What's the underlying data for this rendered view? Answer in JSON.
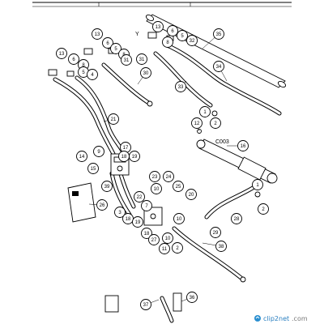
{
  "diagram": {
    "labels": {
      "y_marker": "Y",
      "part_code": "C003"
    },
    "callouts": [
      {
        "id": "c35",
        "text": "35"
      },
      {
        "id": "c13a",
        "text": "13"
      },
      {
        "id": "c6a",
        "text": "6"
      },
      {
        "id": "c5a",
        "text": "5"
      },
      {
        "id": "c8a",
        "text": "8"
      },
      {
        "id": "c31a",
        "text": "31"
      },
      {
        "id": "c13b",
        "text": "13"
      },
      {
        "id": "c6b",
        "text": "6"
      },
      {
        "id": "c5b",
        "text": "5"
      },
      {
        "id": "c8b",
        "text": "8"
      },
      {
        "id": "c32",
        "text": "32"
      },
      {
        "id": "c13c",
        "text": "13"
      },
      {
        "id": "c6c",
        "text": "6"
      },
      {
        "id": "c8c",
        "text": "8"
      },
      {
        "id": "c5c",
        "text": "5"
      },
      {
        "id": "c4",
        "text": "4"
      },
      {
        "id": "c31b",
        "text": "31"
      },
      {
        "id": "c30",
        "text": "30"
      },
      {
        "id": "c34",
        "text": "34"
      },
      {
        "id": "c33",
        "text": "33"
      },
      {
        "id": "c1a",
        "text": "1"
      },
      {
        "id": "c2a",
        "text": "2"
      },
      {
        "id": "c21",
        "text": "21"
      },
      {
        "id": "c12",
        "text": "12"
      },
      {
        "id": "c16",
        "text": "16"
      },
      {
        "id": "c14",
        "text": "14"
      },
      {
        "id": "c9",
        "text": "9"
      },
      {
        "id": "c17",
        "text": "17"
      },
      {
        "id": "c18a",
        "text": "18"
      },
      {
        "id": "c19",
        "text": "19"
      },
      {
        "id": "c15",
        "text": "15"
      },
      {
        "id": "c23",
        "text": "23"
      },
      {
        "id": "c24",
        "text": "24"
      },
      {
        "id": "c10a",
        "text": "10"
      },
      {
        "id": "c39",
        "text": "39"
      },
      {
        "id": "c25",
        "text": "25"
      },
      {
        "id": "c20",
        "text": "20"
      },
      {
        "id": "c22",
        "text": "22"
      },
      {
        "id": "c26",
        "text": "26"
      },
      {
        "id": "c3",
        "text": "3"
      },
      {
        "id": "c7",
        "text": "7"
      },
      {
        "id": "c18b",
        "text": "18"
      },
      {
        "id": "c19b",
        "text": "19"
      },
      {
        "id": "c1b",
        "text": "1"
      },
      {
        "id": "c28",
        "text": "28"
      },
      {
        "id": "c2b",
        "text": "2"
      },
      {
        "id": "c10b",
        "text": "10"
      },
      {
        "id": "c29",
        "text": "29"
      },
      {
        "id": "c18c",
        "text": "18"
      },
      {
        "id": "c27",
        "text": "27"
      },
      {
        "id": "c38",
        "text": "38"
      },
      {
        "id": "c10c",
        "text": "10"
      },
      {
        "id": "c11",
        "text": "11"
      },
      {
        "id": "c2c",
        "text": "2"
      },
      {
        "id": "c37",
        "text": "37"
      },
      {
        "id": "c36",
        "text": "36"
      }
    ]
  },
  "watermark": {
    "brand": "clip2net",
    "suffix": ".com"
  }
}
